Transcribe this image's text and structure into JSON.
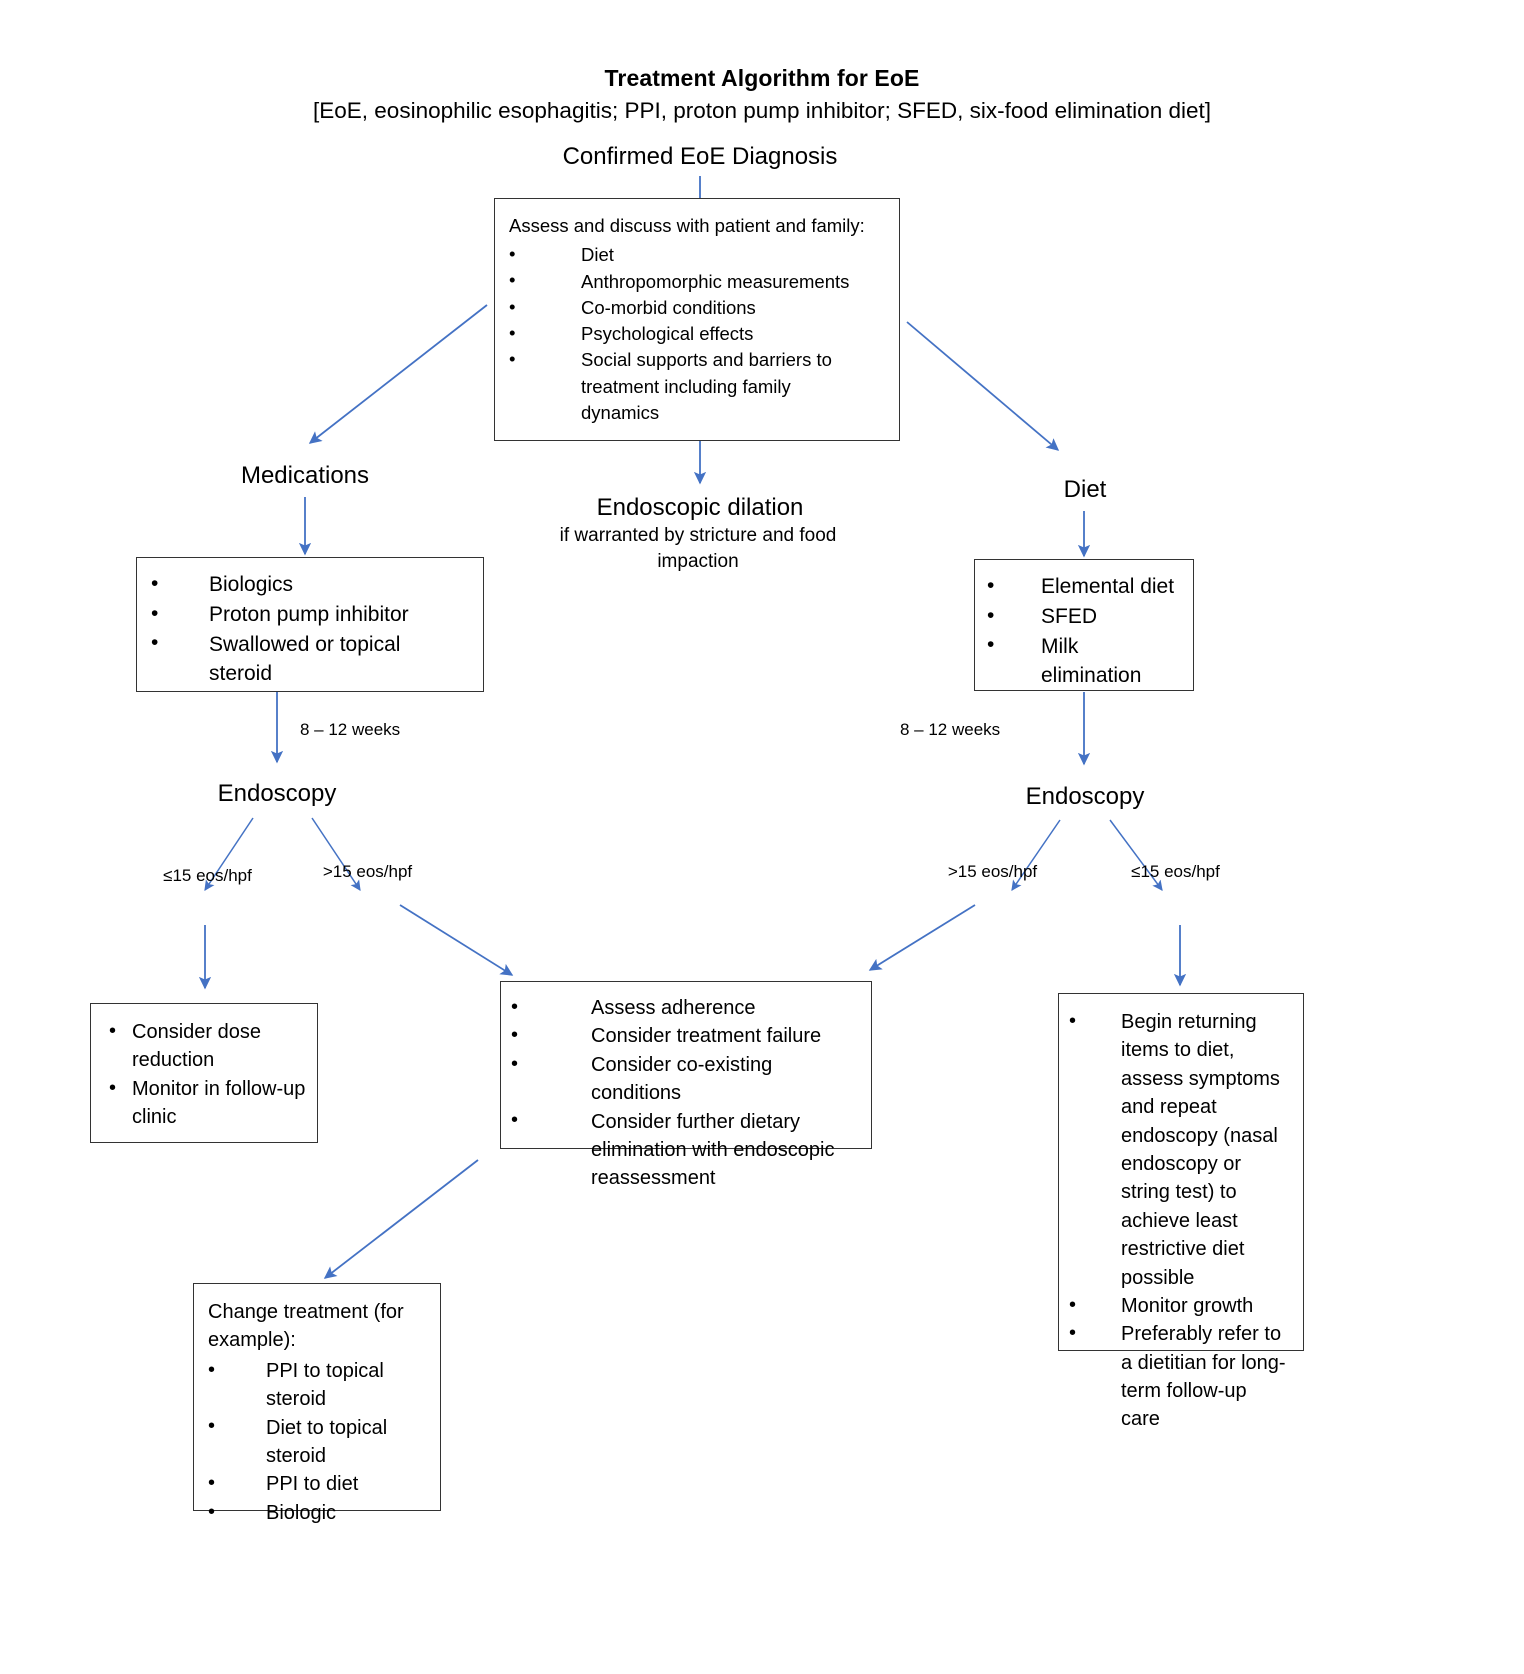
{
  "header": {
    "title": "Treatment Algorithm for EoE",
    "legend": "[EoE, eosinophilic esophagitis; PPI, proton pump inhibitor; SFED, six-food elimination diet]"
  },
  "colors": {
    "arrow": "#4472C4",
    "box_border": "#333333",
    "text": "#000000",
    "background": "#FFFFFF"
  },
  "nodes": {
    "start": {
      "label": "Confirmed EoE Diagnosis"
    },
    "assess_box": {
      "intro": "Assess and discuss with patient and family:",
      "items": [
        "Diet",
        "Anthropomorphic measurements",
        "Co-morbid conditions",
        "Psychological effects",
        "Social supports and barriers to treatment including family dynamics"
      ]
    },
    "medications": {
      "label": "Medications"
    },
    "medications_box": {
      "items": [
        "Biologics",
        "Proton pump inhibitor",
        "Swallowed or topical steroid"
      ]
    },
    "endoscopic_dilation": {
      "label": "Endoscopic dilation",
      "sub": "if warranted by stricture and food impaction"
    },
    "diet": {
      "label": "Diet"
    },
    "diet_box": {
      "items": [
        "Elemental diet",
        "SFED",
        "Milk elimination"
      ]
    },
    "endoscopy_left": {
      "label": "Endoscopy"
    },
    "endoscopy_right": {
      "label": "Endoscopy"
    },
    "dose_reduction_box": {
      "items": [
        "Consider dose reduction",
        "Monitor in follow-up clinic"
      ]
    },
    "failure_box": {
      "items": [
        "Assess adherence",
        "Consider treatment failure",
        "Consider co-existing conditions",
        "Consider further dietary elimination with endoscopic reassessment"
      ]
    },
    "reintroduction_box": {
      "items": [
        "Begin returning items to diet, assess symptoms and repeat endoscopy (nasal endoscopy or string test) to achieve least restrictive diet possible",
        "Monitor growth",
        "Preferably refer to a dietitian for long-term follow-up care"
      ]
    },
    "change_treatment_box": {
      "intro": "Change treatment (for example):",
      "items": [
        "PPI to topical steroid",
        "Diet to topical steroid",
        "PPI to diet",
        "Biologic"
      ]
    }
  },
  "edge_labels": {
    "weeks_left": "8 – 12 weeks",
    "weeks_right": "8 – 12 weeks",
    "left_low": "≤15 eos/hpf",
    "left_high": ">15 eos/hpf",
    "right_high": ">15 eos/hpf",
    "right_low": "≤15 eos/hpf"
  }
}
